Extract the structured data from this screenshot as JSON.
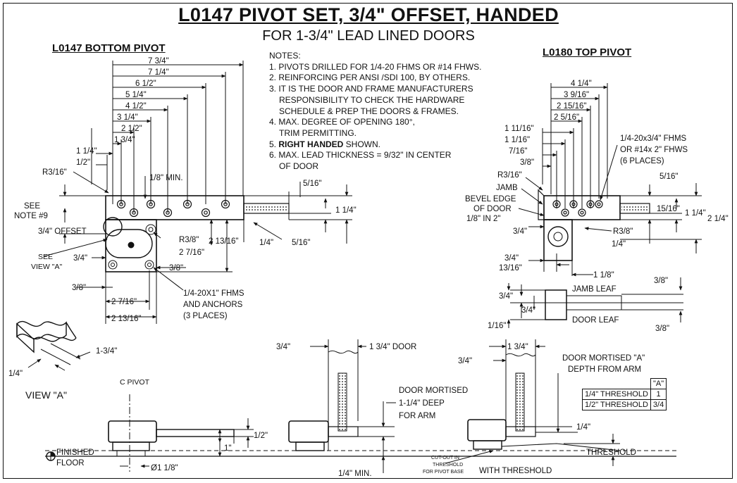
{
  "title": "L0147 PIVOT SET, 3/4\" OFFSET, HANDED",
  "subtitle": "FOR 1-3/4\" LEAD LINED DOORS",
  "bottom_pivot": {
    "heading": "L0147 BOTTOM PIVOT",
    "dims": [
      "7 3/4\"",
      "7 1/4\"",
      "6 1/2\"",
      "5 1/4\"",
      "4 1/2\"",
      "3 1/4\"",
      "2 1/2\"",
      "1 3/4\"",
      "1 1/4\"",
      "1/2\""
    ],
    "r3_16": "R3/16\"",
    "min_1_8": "1/8\" MIN.",
    "see_note": [
      "SEE",
      "NOTE #9"
    ],
    "offset": "3/4\" OFFSET",
    "see_view": [
      "SEE",
      "VIEW \"A\""
    ],
    "d_3_4": "3/4\"",
    "d_5_16_top": "5/16\"",
    "d_1_1_4": "1 1/4\"",
    "d_1_4": "1/4\"",
    "d_5_16_bot": "5/16\"",
    "r3_8": "R3/8\"",
    "d_2_13_16_v": "2 13/16\"",
    "d_2_7_16_v": "2 7/16\"",
    "d_3_8_a": "3/8\"",
    "d_3_8_b": "3/8\"",
    "d_2_7_16_h": "2 7/16\"",
    "d_2_13_16_h": "2 13/16\"",
    "fasteners": [
      "1/4-20X1\" FHMS",
      "AND ANCHORS",
      "(3 PLACES)"
    ]
  },
  "notes": {
    "heading": "NOTES:",
    "items": [
      "1. PIVOTS DRILLED FOR 1/4-20 FHMS OR #14 FHWS.",
      "2. REINFORCING PER ANSI /SDI 100, BY OTHERS.",
      "3. IT IS THE DOOR AND FRAME MANUFACTURERS",
      "RESPONSIBILITY TO CHECK THE HARDWARE",
      "SCHEDULE & PREP THE DOORS & FRAMES.",
      "4. MAX. DEGREE OF OPENING 180°,",
      "TRIM PERMITTING.",
      "5. ",
      "6. MAX. LEAD THICKNESS = 9/32\" IN CENTER",
      "OF DOOR"
    ],
    "bold_text": "RIGHT HANDED",
    "bold_suffix": " SHOWN."
  },
  "top_pivot": {
    "heading": "L0180 TOP PIVOT",
    "dims": [
      "4 1/4\"",
      "3 9/16\"",
      "2 15/16\"",
      "2 5/16\"",
      "1 11/16\"",
      "1 1/16\"",
      "7/16\"",
      "3/8\""
    ],
    "fhms": [
      "1/4-20x3/4\" FHMS",
      "OR #14x 2\" FHWS",
      "(6 PLACES)"
    ],
    "r3_16": "R3/16\"",
    "jamb": "JAMB",
    "bevel": [
      "BEVEL EDGE",
      "OF DOOR",
      "1/8\" IN 2\""
    ],
    "d_5_16": "5/16\"",
    "d_15_16": "15/16\"",
    "d_1_1_4": "1 1/4\"",
    "d_2_1_4": "2 1/4\"",
    "d_3_4_a": "3/4\"",
    "r3_8": "R3/8\"",
    "d_1_4": "1/4\"",
    "d_3_4_b": "3/4\"",
    "d_13_16": "13/16\"",
    "d_1_1_8": "1 1/8\"",
    "d_3_8_r": "3/8\"",
    "jamb_leaf": "JAMB LEAF",
    "door_leaf": "DOOR LEAF",
    "d_3_4_c": "3/4\"",
    "d_3_4_d": "3/4\"",
    "d_1_16": "1/16\"",
    "d_3_8_b": "3/8\""
  },
  "view_a": {
    "dim": "1-3/4\"",
    "d_1_4": "1/4\"",
    "label": "VIEW \"A\""
  },
  "elevations": {
    "pivot_cl": "C PIVOT",
    "finished": "FINISHED",
    "floor": "FLOOR",
    "diam": "Ø1 1/8\"",
    "d_1_2": "1/2\"",
    "d_1": "1\"",
    "mid_3_4": "3/4\"",
    "mid_1_3_4": "1 3/4\" DOOR",
    "mortise": [
      "DOOR MORTISED",
      "1-1/4\" DEEP",
      "FOR ARM"
    ],
    "min_1_4": "1/4\" MIN.",
    "right_1_3_4": "1 3/4\"",
    "right_3_4": "3/4\"",
    "door_mortised_a": [
      "DOOR MORTISED \"A\"",
      "DEPTH FROM ARM"
    ],
    "right_1_4": "1/4\"",
    "threshold": "THRESHOLD",
    "cutout": [
      "CUT-OUT IN",
      "THRESHOLD",
      "FOR PIVOT BASE"
    ],
    "with_threshold": "WITH THRESHOLD"
  },
  "threshold_table": {
    "header": "\"A\"",
    "rows": [
      {
        "label": "1/4\" THRESHOLD",
        "value": "1"
      },
      {
        "label": "1/2\" THRESHOLD",
        "value": "3/4"
      }
    ]
  }
}
